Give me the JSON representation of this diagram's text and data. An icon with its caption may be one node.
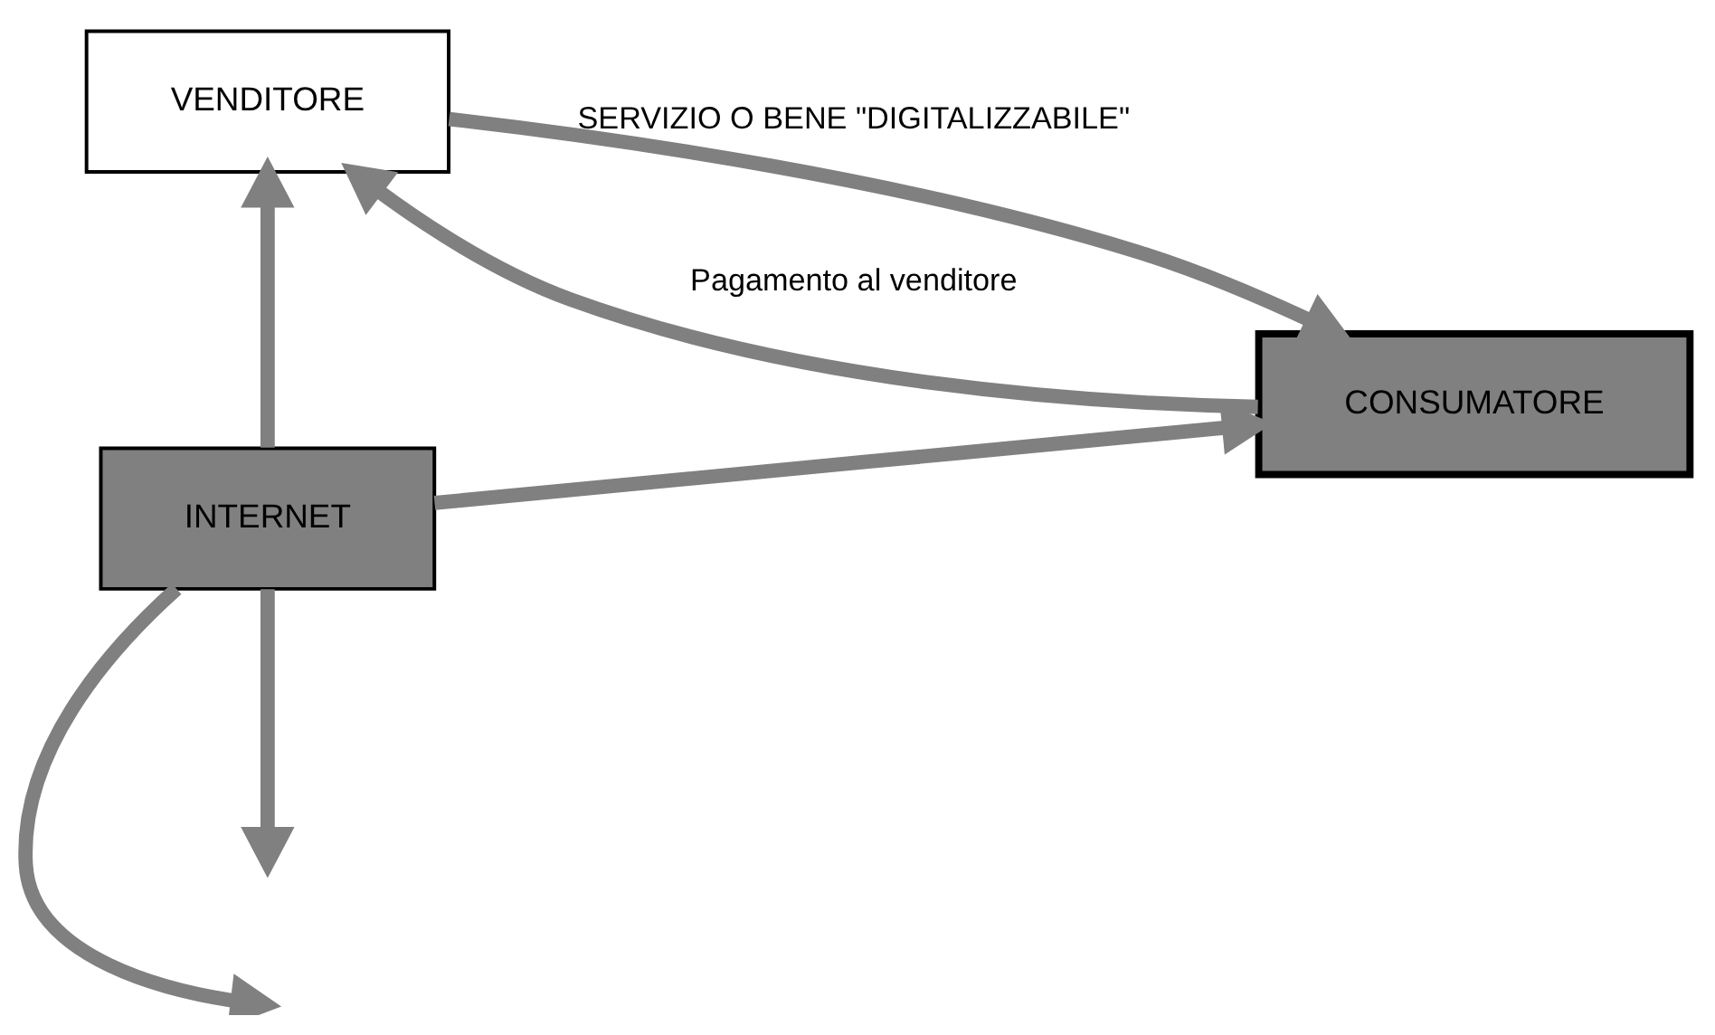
{
  "diagram": {
    "nodes": [
      {
        "text": [
          "VENDITORE"
        ]
      },
      {
        "text": [
          "INTERNET"
        ]
      },
      {
        "text": [
          "CONSUMATORE"
        ]
      }
    ],
    "edges": [
      {
        "from": 2,
        "to": 0,
        "arrow": "to",
        "label": "Pagamento al venditore"
      },
      {
        "from": 1,
        "to": null,
        "arrow": "to"
      },
      {
        "from": 1,
        "to": 0,
        "arrow": "to"
      },
      {
        "from": 1,
        "to": 2,
        "arrow": "to"
      },
      {
        "from": 1,
        "to": null,
        "arrow": "to"
      },
      {
        "from": 0,
        "to": 2,
        "arrow": "to",
        "label": "SERVIZIO O BENE \"DIGITALIZZABILE\""
      }
    ]
  }
}
